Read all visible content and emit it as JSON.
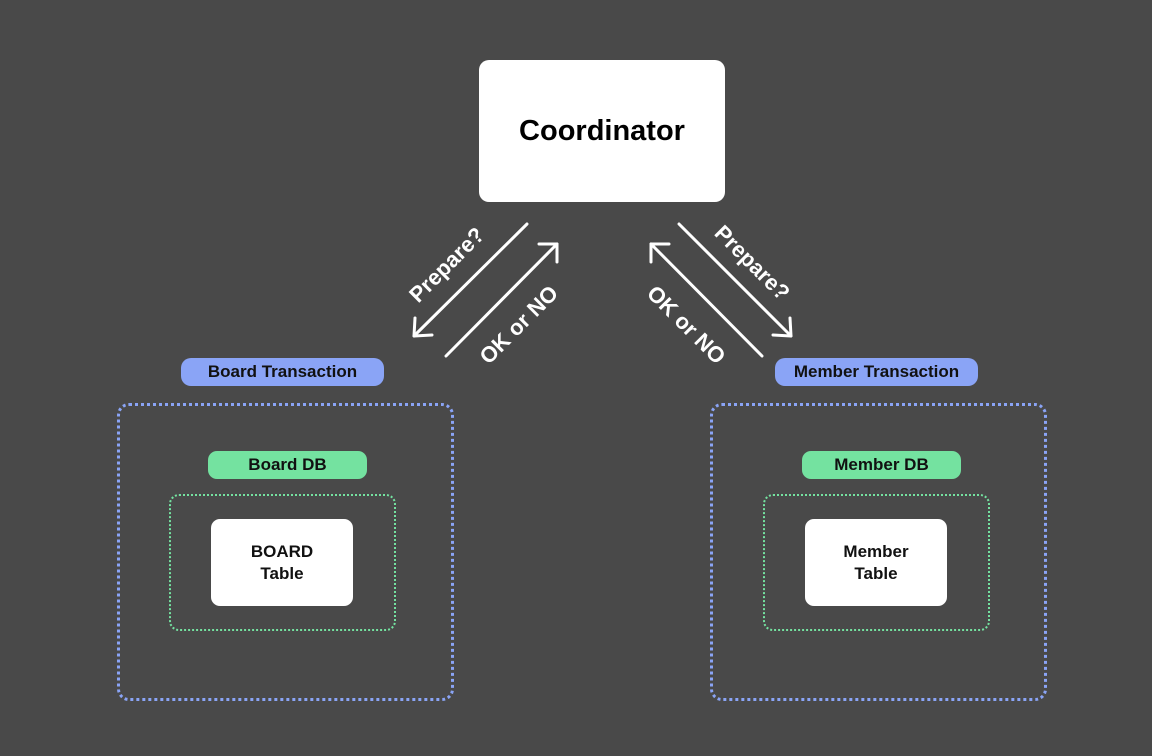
{
  "coordinator": {
    "label": "Coordinator"
  },
  "arrows": {
    "left_prepare": "Prepare?",
    "left_response": "OK or NO",
    "right_prepare": "Prepare?",
    "right_response": "OK or NO"
  },
  "left": {
    "transaction_label": "Board Transaction",
    "db_label": "Board DB",
    "table_line1": "BOARD",
    "table_line2": "Table"
  },
  "right": {
    "transaction_label": "Member Transaction",
    "db_label": "Member DB",
    "table_line1": "Member",
    "table_line2": "Table"
  },
  "colors": {
    "background": "#494949",
    "transaction_accent": "#8aa4f6",
    "db_accent": "#74e2a0",
    "arrow": "#ffffff"
  }
}
